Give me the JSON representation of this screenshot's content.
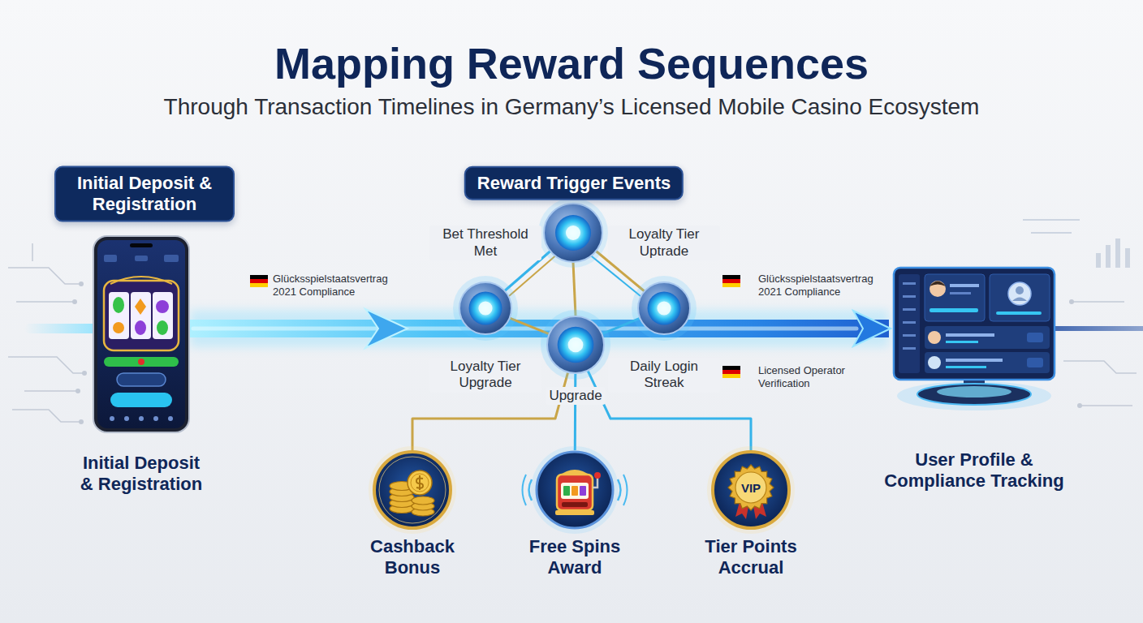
{
  "diagram": {
    "title": "Mapping Reward Sequences",
    "caption": "Through Transaction Timelines in Germany’s Licensed Mobile Casino Ecosystem",
    "nodes": [
      {
        "text": [
          "Initial Deposit & Registration"
        ]
      },
      {
        "text": [
          "Reward Trigger Events"
        ]
      },
      {
        "text": [
          "Initial Deposit & Registration"
        ]
      },
      {
        "text": [
          "Bet Threshold Met",
          "Loyalty Tier Upgrade"
        ]
      },
      {
        "text": [
          "Upgrade"
        ]
      },
      {
        "text": [
          "Loyalty Tier Uptrade",
          "Daily Login Streak"
        ]
      },
      {
        "text": [
          "Cashback Bonus"
        ]
      },
      {
        "text": [
          "Free Spins Award"
        ]
      },
      {
        "text": [
          "Tier Points Accrual"
        ]
      },
      {
        "text": [
          "User Profile & Compliance Tracking"
        ]
      }
    ],
    "edges": [
      {
        "from": 2,
        "to": 9,
        "arrow": "to"
      },
      {
        "from": 3,
        "to": 4,
        "arrow": "none"
      },
      {
        "from": 4,
        "to": 5,
        "arrow": "none"
      },
      {
        "from": 4,
        "to": 6,
        "arrow": "none"
      },
      {
        "from": 4,
        "to": 7,
        "arrow": "none"
      },
      {
        "from": 4,
        "to": 8,
        "arrow": "none"
      }
    ],
    "labels": [
      "Glücksspielstaatsvertrag 2021 Compliance",
      "Glücksspielstaatsvertrag 2021 Compliance",
      "Licensed Operator Verification",
      "VIP"
    ]
  }
}
